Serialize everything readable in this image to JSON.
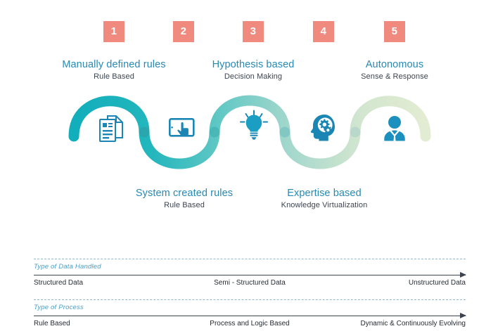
{
  "stages": [
    {
      "number": "1",
      "title": "Manually defined rules",
      "subtitle": "Rule Based",
      "icon": "document-icon",
      "position": "top"
    },
    {
      "number": "2",
      "title": "System created rules",
      "subtitle": "Rule Based",
      "icon": "tablet-touch-icon",
      "position": "bottom"
    },
    {
      "number": "3",
      "title": "Hypothesis based",
      "subtitle": "Decision Making",
      "icon": "lightbulb-icon",
      "position": "top"
    },
    {
      "number": "4",
      "title": "Expertise based",
      "subtitle": "Knowledge Virtualization",
      "icon": "head-gears-icon",
      "position": "bottom"
    },
    {
      "number": "5",
      "title": "Autonomous",
      "subtitle": "Sense & Response",
      "icon": "person-icon",
      "position": "top"
    }
  ],
  "legend": [
    {
      "name": "Type of Data Handled",
      "start": "Structured Data",
      "middle": "Semi - Structured Data",
      "end": "Unstructured Data"
    },
    {
      "name": "Type of Process",
      "start": "Rule Based",
      "middle": "Process and Logic Based",
      "end": "Dynamic & Continuously Evolving"
    }
  ],
  "colors": {
    "badge": "#f08a7e",
    "title": "#2789b4",
    "subtitle": "#3c4450",
    "icon": "#1b86b4",
    "wave_1": "#14b1bd",
    "wave_2": "#4ec3c0",
    "wave_3": "#8fd2cc",
    "wave_4": "#bcdfd0",
    "wave_5": "#dfe9cf",
    "legend_name": "#4c9ec4"
  }
}
